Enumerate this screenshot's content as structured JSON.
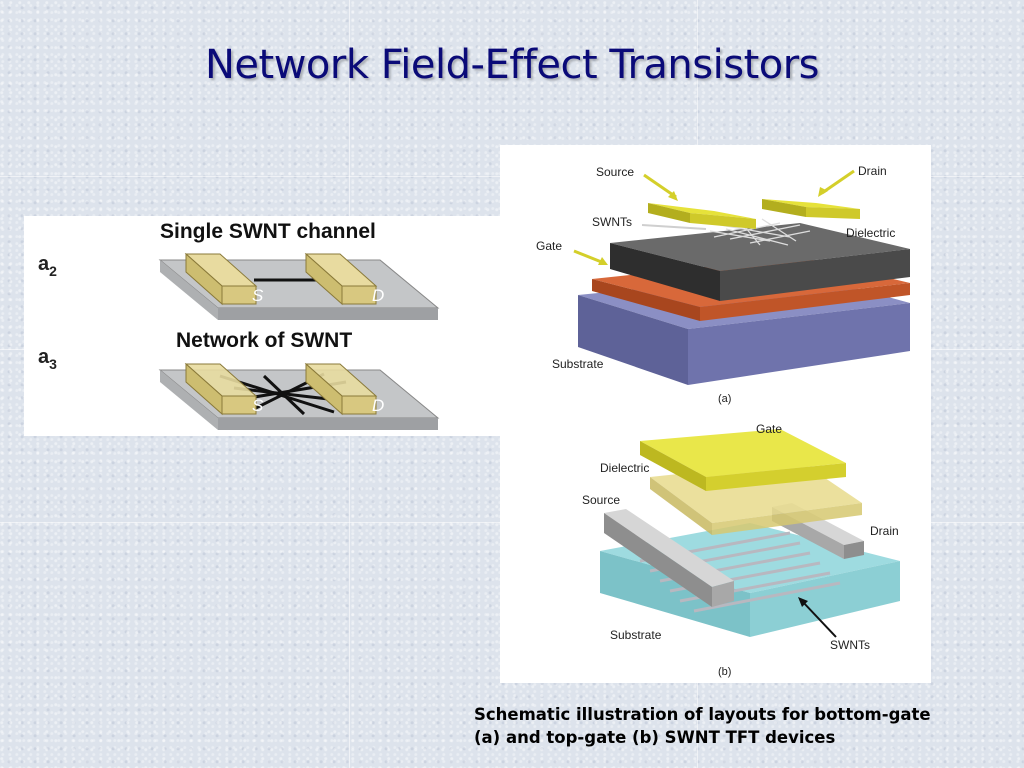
{
  "slide": {
    "title": "Network Field-Effect Transistors",
    "caption_line1": "Schematic illustration of layouts for bottom-gate",
    "caption_line2": "(a) and top-gate (b) SWNT TFT devices"
  },
  "left_figure": {
    "heading_single": "Single SWNT channel",
    "heading_network": "Network of SWNT",
    "label_a2": "a",
    "label_a2_sub": "2",
    "label_a3": "a",
    "label_a3_sub": "3",
    "source_label": "S",
    "drain_label": "D"
  },
  "figure_a": {
    "source": "Source",
    "drain": "Drain",
    "swnts": "SWNTs",
    "gate": "Gate",
    "dielectric": "Dielectric",
    "substrate": "Substrate",
    "panel_label": "(a)"
  },
  "figure_b": {
    "gate": "Gate",
    "dielectric": "Dielectric",
    "source": "Source",
    "drain": "Drain",
    "substrate": "Substrate",
    "swnts": "SWNTs",
    "panel_label": "(b)"
  }
}
